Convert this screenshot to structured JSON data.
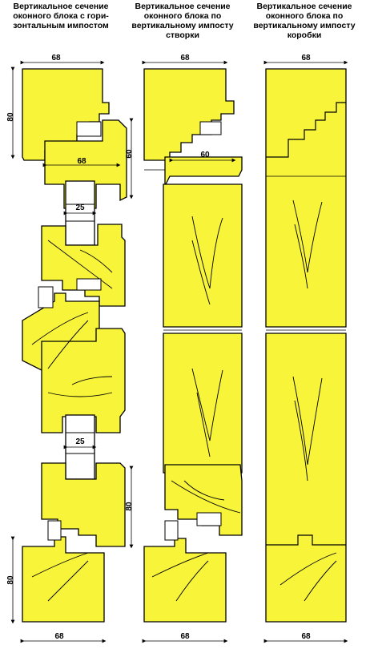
{
  "titles": {
    "col1": "Вертикальное сечение оконного блока с гори-зонтальным импостом",
    "col2": "Вертикальное сечение оконного блока по вертикальному импосту створки",
    "col3": "Вертикальное сечение оконного блока по вертикальному импосту коробки"
  },
  "dims": {
    "c1_top": "68",
    "c1_left": "80",
    "c1_inner": "68",
    "c1_right": "60",
    "c1_glass1": "25",
    "c1_glass2": "25",
    "c1_right2": "80",
    "c1_left2": "80",
    "c1_bottom": "68",
    "c2_top": "68",
    "c2_inner": "60",
    "c2_bottom": "68",
    "c3_top": "68",
    "c3_bottom": "68"
  },
  "colors": {
    "wood": "#f8f43a",
    "stroke": "#000000",
    "glass": "#ffffff"
  }
}
